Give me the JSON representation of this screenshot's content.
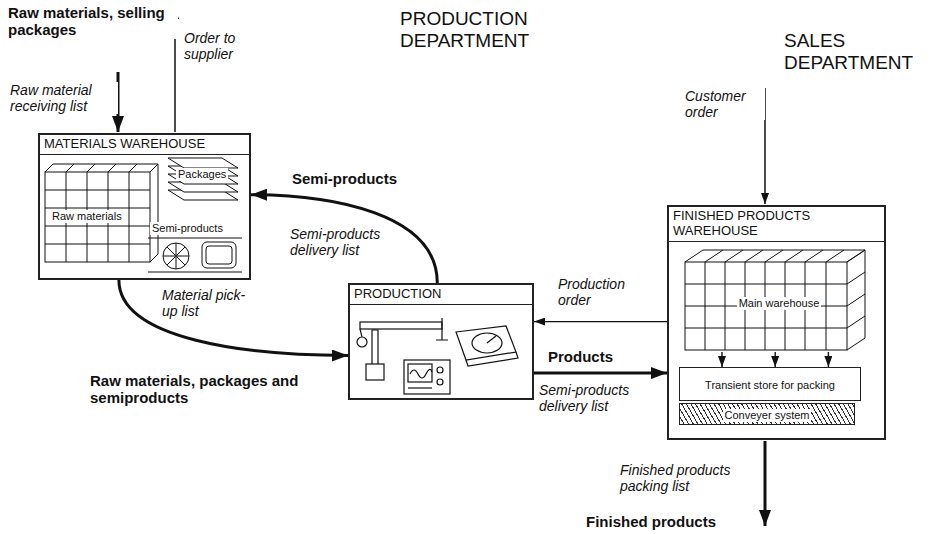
{
  "diagram": {
    "nodes": [
      {
        "text": [
          "MATERIALS WAREHOUSE"
        ]
      },
      {
        "text": [
          "PRODUCTION"
        ]
      },
      {
        "text": [
          "FINISHED PRODUCTS WAREHOUSE"
        ]
      },
      {
        "text": [
          "Main warehouse"
        ],
        "in": 2
      },
      {
        "text": [
          "Transient store for packing"
        ],
        "in": 2
      },
      {
        "text": [
          "Conveyer system"
        ],
        "in": 2
      }
    ],
    "edges": [
      {
        "from": 1,
        "to": 0,
        "arrow": "to",
        "label": "Semi-products"
      },
      {
        "from": 0,
        "to": 1,
        "arrow": "to",
        "label": "Raw materials, packages and semiproducts"
      },
      {
        "from": 2,
        "to": 1,
        "arrow": "to",
        "label": "Production order"
      },
      {
        "from": 1,
        "to": 2,
        "arrow": "to",
        "label": "Products"
      },
      {
        "from": 3,
        "to": 4,
        "arrow": "to"
      },
      {
        "from": 3,
        "to": 4,
        "arrow": "to"
      },
      {
        "from": 3,
        "to": 4,
        "arrow": "to"
      }
    ],
    "labels": [
      "PRODUCTION DEPARTMENT",
      "SALES DEPARTMENT",
      "Raw materials, selling packages",
      "Order to supplier",
      "Raw material receiving list",
      "Customer order",
      "Semi-products delivery list",
      "Material pick-up list",
      "Semi-products delivery list",
      "Finished products packing list",
      "Finished products",
      "Raw materials",
      "Packages",
      "Semi-products"
    ]
  }
}
